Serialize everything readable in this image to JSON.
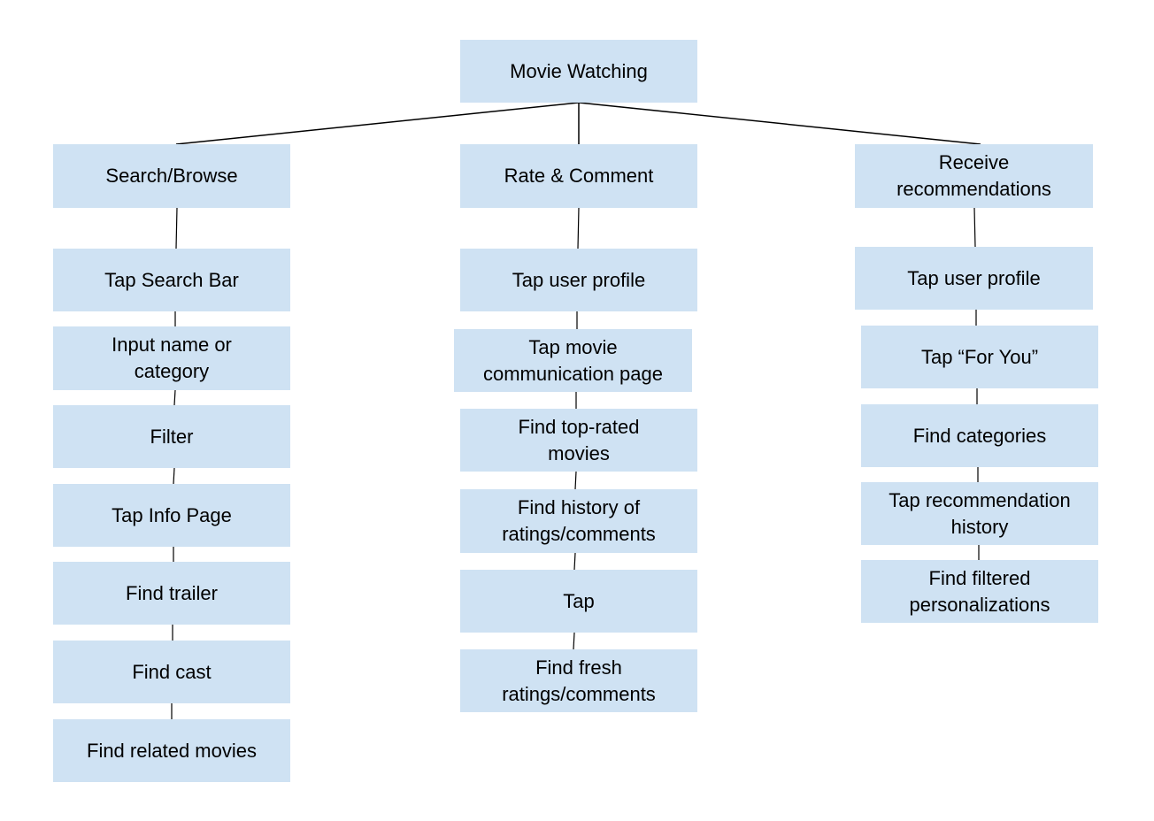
{
  "diagram": {
    "root": {
      "label": "Movie Watching"
    },
    "branches": [
      {
        "label": "Search/Browse",
        "steps": [
          "Tap Search Bar",
          "Input name or category",
          "Filter",
          "Tap Info Page",
          "Find trailer",
          "Find cast",
          "Find related movies"
        ]
      },
      {
        "label": "Rate & Comment",
        "steps": [
          "Tap user profile",
          "Tap movie communication page",
          "Find top-rated movies",
          "Find history of ratings/comments",
          "Tap",
          "Find fresh ratings/comments"
        ]
      },
      {
        "label": "Receive recommendations",
        "steps": [
          "Tap user profile",
          "Tap “For You”",
          "Find categories",
          "Tap recommendation history",
          "Find filtered personalizations"
        ]
      }
    ]
  },
  "colors": {
    "node_fill": "#cfe2f3",
    "line": "#000000",
    "text": "#000000"
  }
}
